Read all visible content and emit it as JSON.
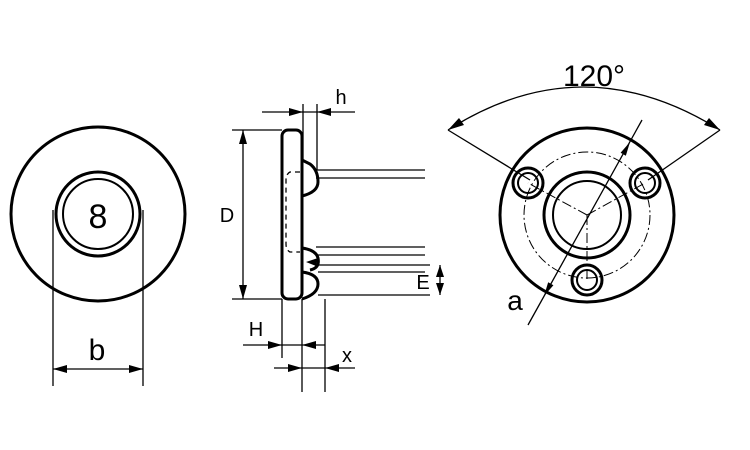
{
  "front_view": {
    "marking": "8",
    "dim_b": "b"
  },
  "side_view": {
    "dim_D": "D",
    "dim_h": "h",
    "dim_H": "H",
    "dim_x": "x",
    "dim_E": "E"
  },
  "rear_view": {
    "angle": "120°",
    "dim_a": "a"
  }
}
